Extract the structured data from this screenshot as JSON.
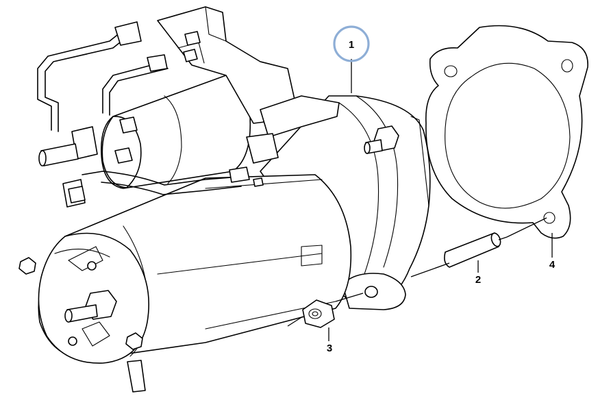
{
  "diagram": {
    "callouts": [
      {
        "id": "callout-1",
        "label": "1",
        "highlighted": true
      },
      {
        "id": "callout-2",
        "label": "2",
        "highlighted": false
      },
      {
        "id": "callout-3",
        "label": "3",
        "highlighted": false
      },
      {
        "id": "callout-4",
        "label": "4",
        "highlighted": false
      }
    ],
    "highlight_color": "#8eaed6",
    "line_color": "#000000",
    "background_color": "#ffffff"
  }
}
